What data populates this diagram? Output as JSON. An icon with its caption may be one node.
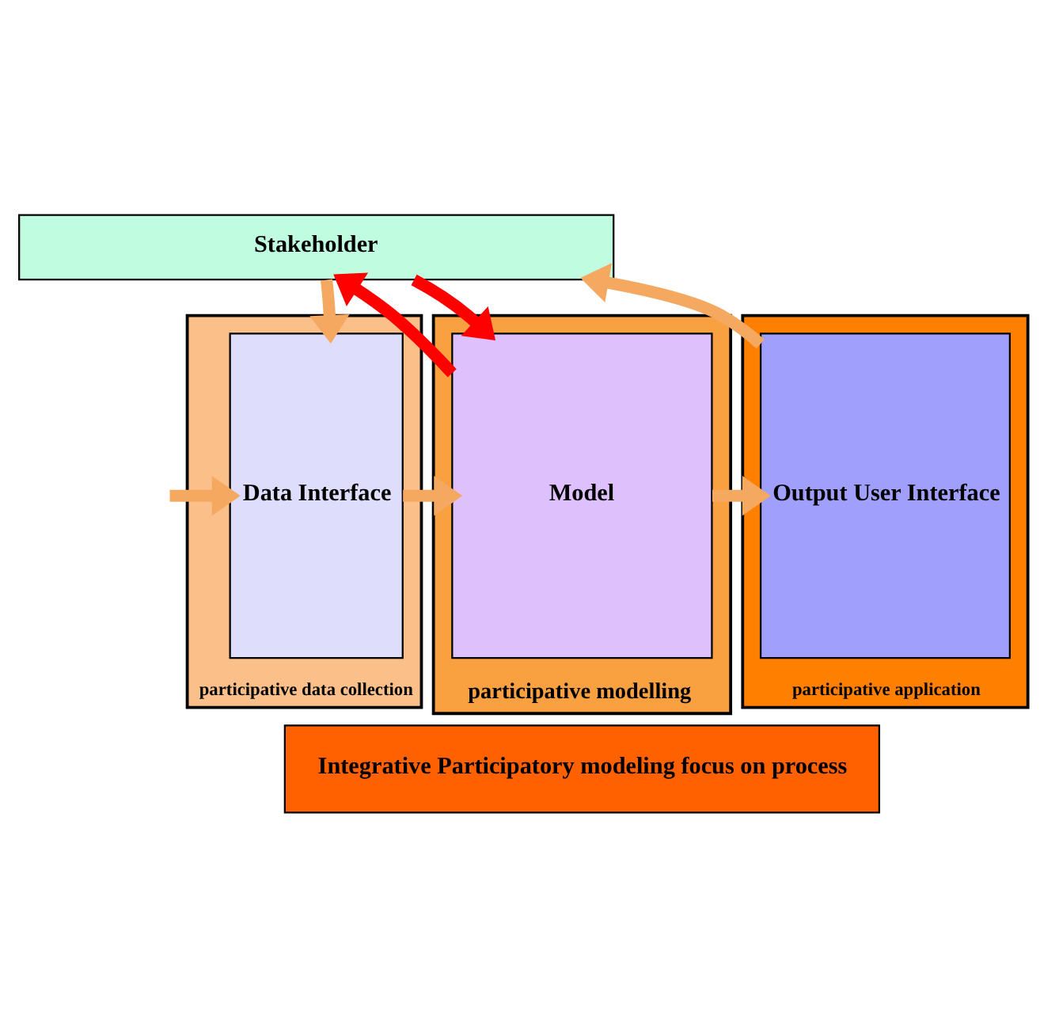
{
  "diagram": {
    "nodes": [
      {
        "text": [
          "Stakeholder"
        ]
      },
      {
        "text": [
          "participative data collection"
        ]
      },
      {
        "text": [
          "Data Interface"
        ],
        "in": 1
      },
      {
        "text": [
          "participative modelling"
        ]
      },
      {
        "text": [
          "Model"
        ],
        "in": 3
      },
      {
        "text": [
          "participative application"
        ]
      },
      {
        "text": [
          "Output User Interface"
        ],
        "in": 5
      },
      {
        "text": [
          "Integrative Participatory modeling focus on process"
        ]
      }
    ],
    "edges": [
      {
        "from": 0,
        "to": 2,
        "arrow": "to"
      },
      {
        "from": null,
        "to": 2,
        "arrow": "to"
      },
      {
        "from": 2,
        "to": 4,
        "arrow": "to"
      },
      {
        "from": 4,
        "to": 6,
        "arrow": "to"
      },
      {
        "from": 6,
        "to": 0,
        "arrow": "to"
      },
      {
        "from": 4,
        "to": 0,
        "arrow": "to",
        "color": "#ff0000"
      },
      {
        "from": 0,
        "to": 4,
        "arrow": "to",
        "color": "#ff0000"
      }
    ]
  }
}
